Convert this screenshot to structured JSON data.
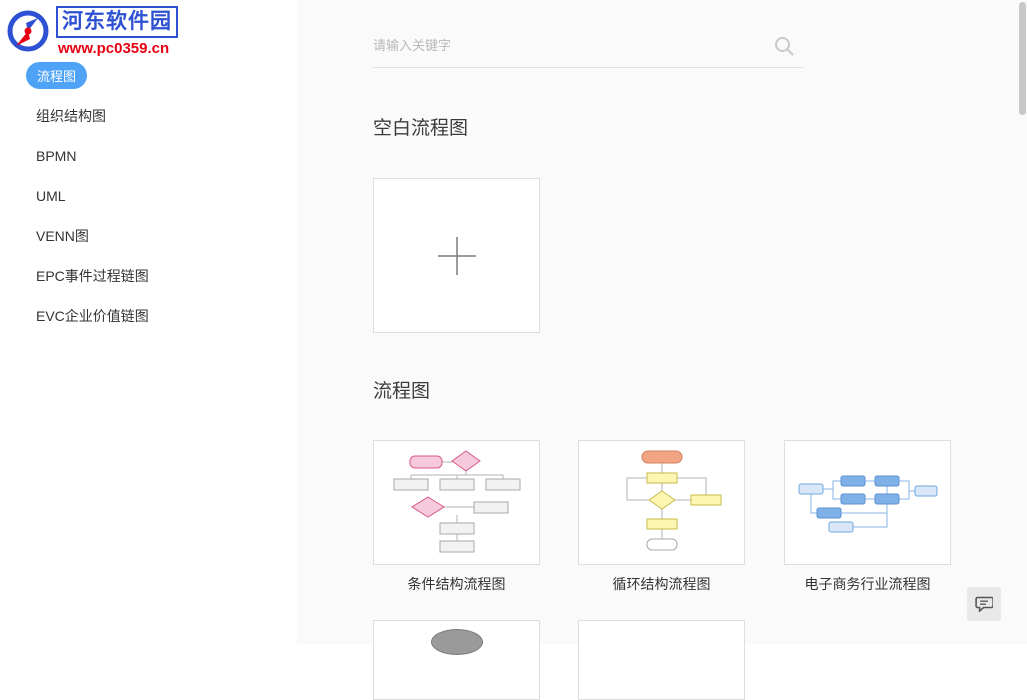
{
  "watermark": {
    "site_name": "河东软件园",
    "site_url": "www.pc0359.cn"
  },
  "sidebar": {
    "active_item": "流程图",
    "items": [
      {
        "label": "流程图"
      },
      {
        "label": "组织结构图"
      },
      {
        "label": "BPMN"
      },
      {
        "label": "UML"
      },
      {
        "label": "VENN图"
      },
      {
        "label": "EPC事件过程链图"
      },
      {
        "label": "EVC企业价值链图"
      }
    ]
  },
  "search": {
    "placeholder": "请输入关键字"
  },
  "sections": {
    "blank": {
      "title": "空白流程图"
    },
    "flowchart": {
      "title": "流程图",
      "templates": [
        {
          "name": "条件结构流程图"
        },
        {
          "name": "循环结构流程图"
        },
        {
          "name": "电子商务行业流程图"
        }
      ]
    }
  },
  "colors": {
    "accent_blue": "#4ea3f6",
    "watermark_blue": "#2d51d2",
    "watermark_red": "#e60012",
    "main_bg": "#fafafa"
  }
}
